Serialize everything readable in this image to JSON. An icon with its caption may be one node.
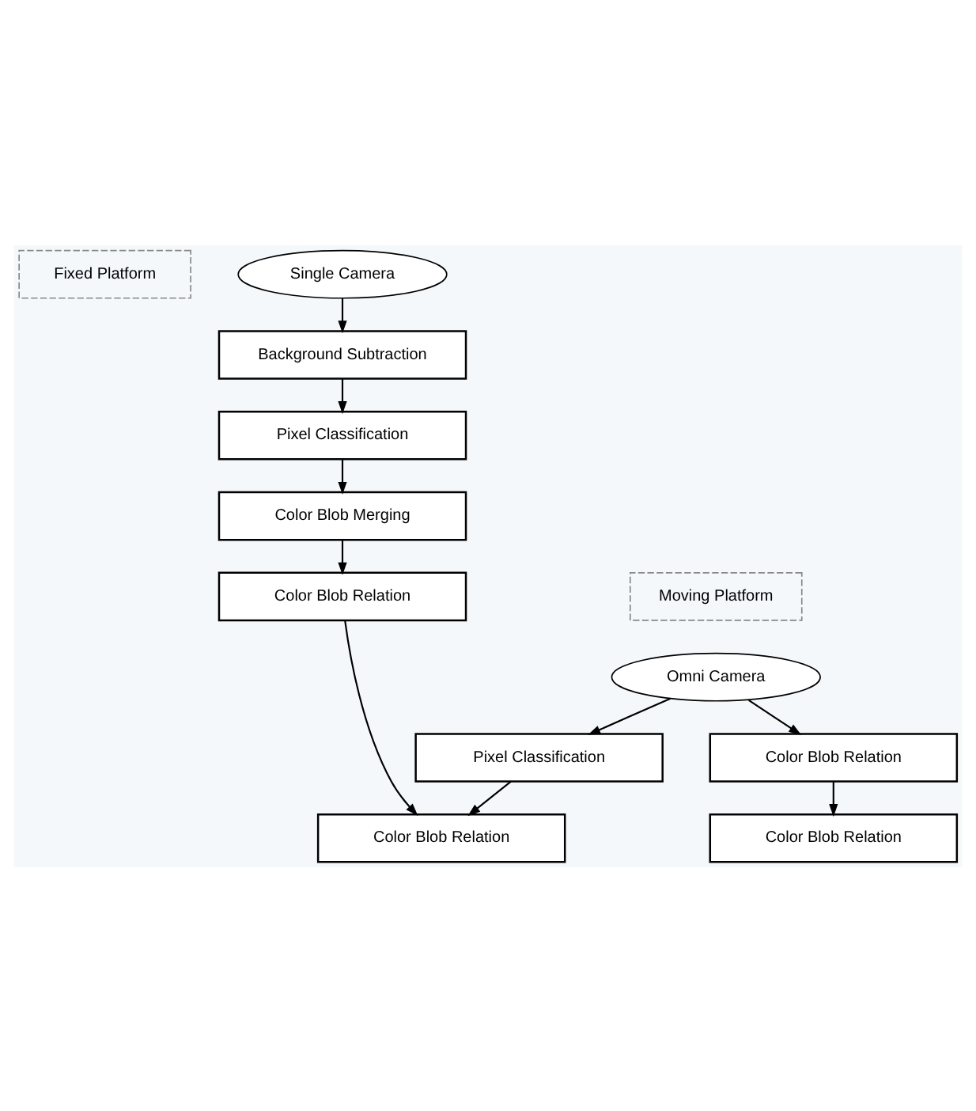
{
  "diagram": {
    "nodes": [
      {
        "text": [
          "Fixed Platform"
        ]
      },
      {
        "text": [
          "Single Camera"
        ]
      },
      {
        "text": [
          "Background Subtraction"
        ]
      },
      {
        "text": [
          "Pixel Classification"
        ]
      },
      {
        "text": [
          "Color Blob Merging"
        ]
      },
      {
        "text": [
          "Color Blob Relation"
        ]
      },
      {
        "text": [
          "Moving Platform"
        ]
      },
      {
        "text": [
          "Omni Camera"
        ]
      },
      {
        "text": [
          "Pixel Classification"
        ]
      },
      {
        "text": [
          "Color Blob Relation"
        ]
      },
      {
        "text": [
          "Color Blob Relation"
        ]
      },
      {
        "text": [
          "Color Blob Relation"
        ]
      }
    ],
    "edges": [
      {
        "from": 1,
        "to": 2,
        "arrow": "to"
      },
      {
        "from": 2,
        "to": 3,
        "arrow": "to"
      },
      {
        "from": 3,
        "to": 4,
        "arrow": "to"
      },
      {
        "from": 4,
        "to": 5,
        "arrow": "to"
      },
      {
        "from": 5,
        "to": 10,
        "arrow": "to"
      },
      {
        "from": 7,
        "to": 8,
        "arrow": "to"
      },
      {
        "from": 7,
        "to": 9,
        "arrow": "to"
      },
      {
        "from": 8,
        "to": 10,
        "arrow": "to"
      },
      {
        "from": 9,
        "to": 11,
        "arrow": "to"
      }
    ]
  }
}
